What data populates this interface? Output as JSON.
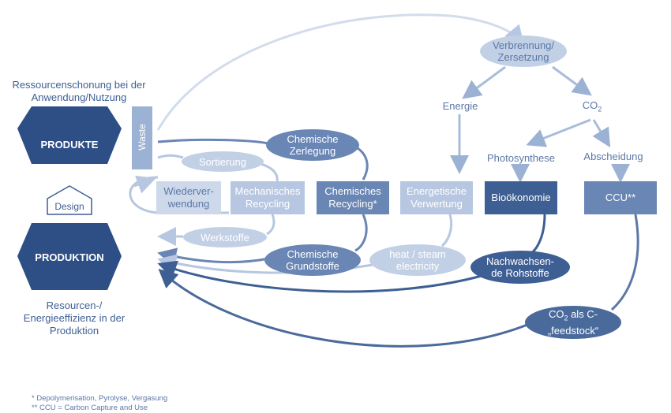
{
  "top_left_caption": [
    "Ressourcenschonung bei der",
    "Anwendung/Nutzung"
  ],
  "bottom_left_caption": [
    "Resourcen-/",
    "Energieeffizienz in der",
    "Produktion"
  ],
  "produkte": "PRODUKTE",
  "produktion": "PRODUKTION",
  "design": "Design",
  "waste": "Waste",
  "boxes": {
    "wiederverwendung": [
      "Wiederver-",
      "wendung"
    ],
    "mechanisches": [
      "Mechanisches",
      "Recycling"
    ],
    "chemisches": [
      "Chemisches",
      "Recycling*"
    ],
    "energetische": [
      "Energetische",
      "Verwertung"
    ],
    "biooekonomie": "Bioökonomie",
    "ccu": "CCU**"
  },
  "ellipses": {
    "verbrennung": [
      "Verbrennung/",
      "Zersetzung"
    ],
    "chem_zerlegung": [
      "Chemische",
      "Zerlegung"
    ],
    "sortierung": "Sortierung",
    "werkstoffe": "Werkstoffe",
    "chem_grundstoffe": [
      "Chemische",
      "Grundstoffe"
    ],
    "heat": [
      "heat / steam",
      "electricity"
    ],
    "nachwachsende": [
      "Nachwachsen-",
      "de Rohstoffe"
    ],
    "co2_feedstock": [
      "CO",
      "2",
      " als C-",
      "„feedstock“"
    ]
  },
  "labels": {
    "energie": "Energie",
    "co2": [
      "CO",
      "2"
    ],
    "photosynthese": "Photosynthese",
    "abscheidung": "Abscheidung"
  },
  "footnotes": [
    "* Depolymerisation, Pyrolyse, Vergasung",
    "** CCU = Carbon Capture and Use"
  ],
  "colors": {
    "dark": "#3e5f93",
    "mid": "#6a86b4",
    "light": "#a9bcda",
    "pale": "#c2d0e6",
    "text": "#4a6a9c"
  }
}
